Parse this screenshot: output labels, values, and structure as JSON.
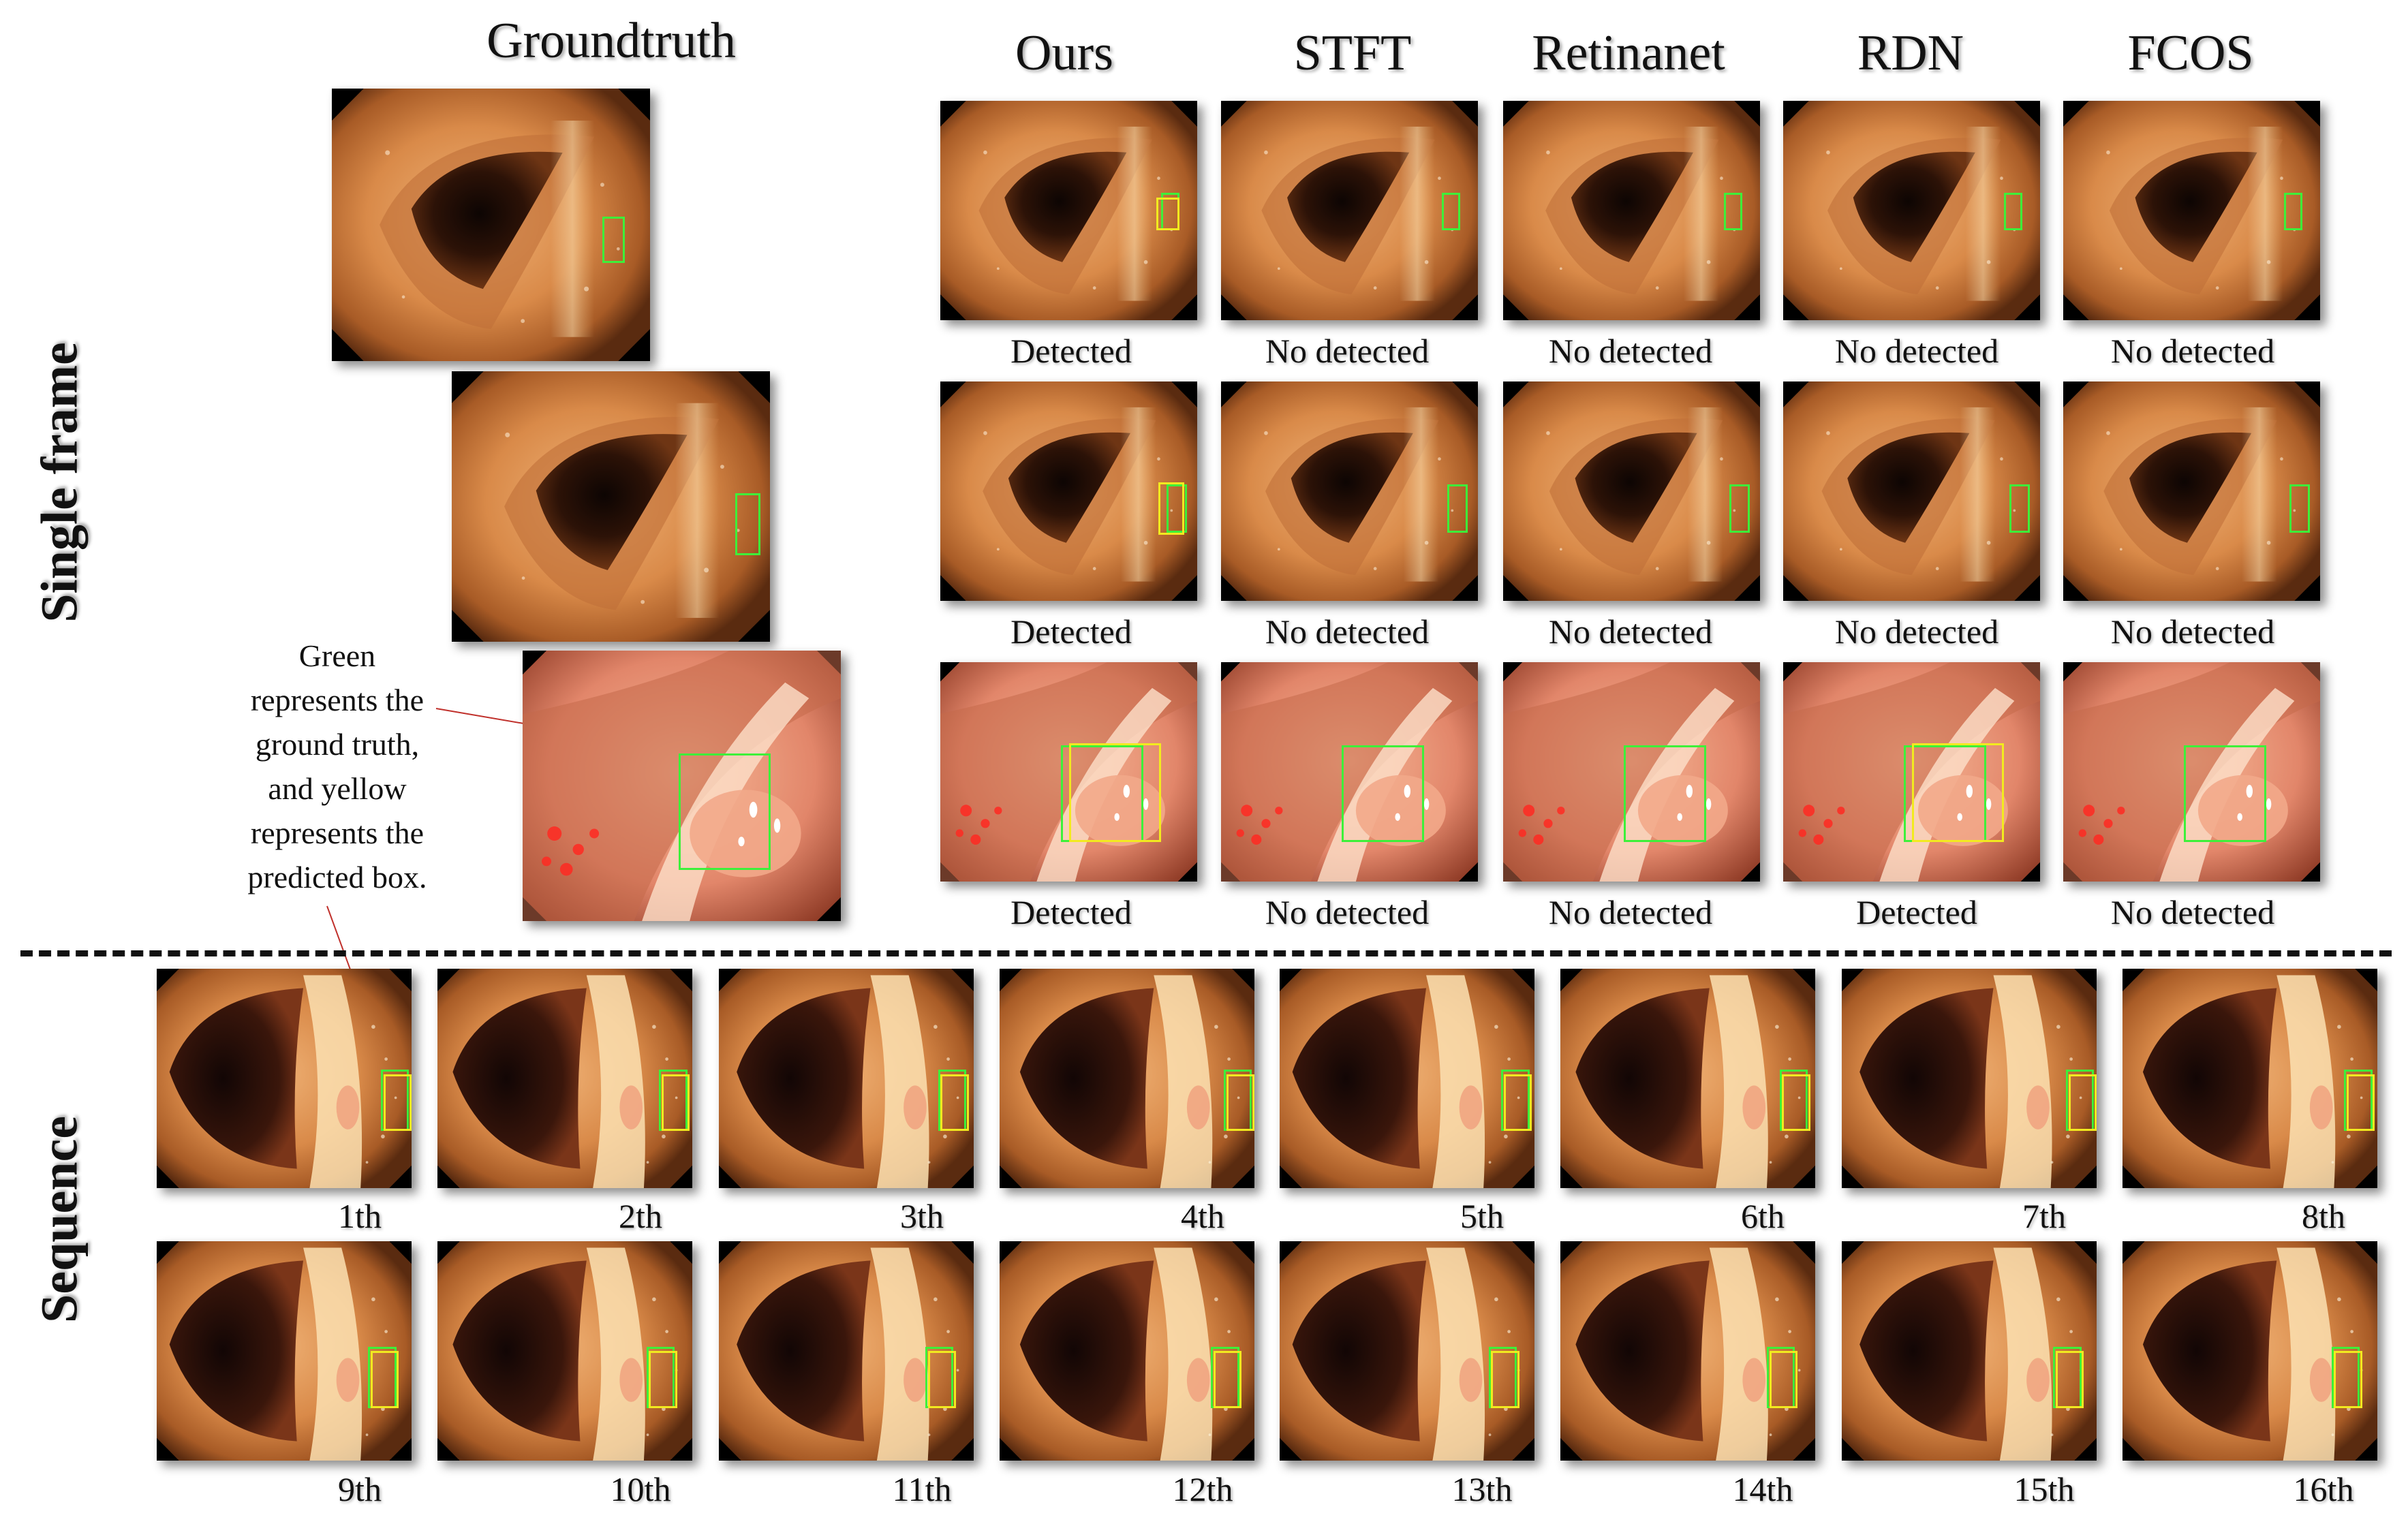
{
  "figure": {
    "groundtruth_header": "Groundtruth",
    "method_headers": [
      "Ours",
      "STFT",
      "Retinanet",
      "RDN",
      "FCOS"
    ],
    "side_labels": {
      "single": "Single frame",
      "sequence": "Sequence"
    },
    "note_lines": [
      "Green",
      "represents the",
      "ground truth,",
      "and yellow",
      "represents the",
      "predicted box."
    ],
    "box_colors": {
      "ground_truth": "#3df03a",
      "predicted": "#f2ea1f"
    },
    "single_frame_results": [
      [
        "Detected",
        "No detected",
        "No detected",
        "No detected",
        "No detected"
      ],
      [
        "Detected",
        "No detected",
        "No detected",
        "No detected",
        "No detected"
      ],
      [
        "Detected",
        "No detected",
        "No detected",
        "Detected",
        "No detected"
      ]
    ],
    "sequence_labels": [
      "1th",
      "2th",
      "3th",
      "4th",
      "5th",
      "6th",
      "7th",
      "8th",
      "9th",
      "10th",
      "11th",
      "12th",
      "13th",
      "14th",
      "15th",
      "16th"
    ]
  }
}
